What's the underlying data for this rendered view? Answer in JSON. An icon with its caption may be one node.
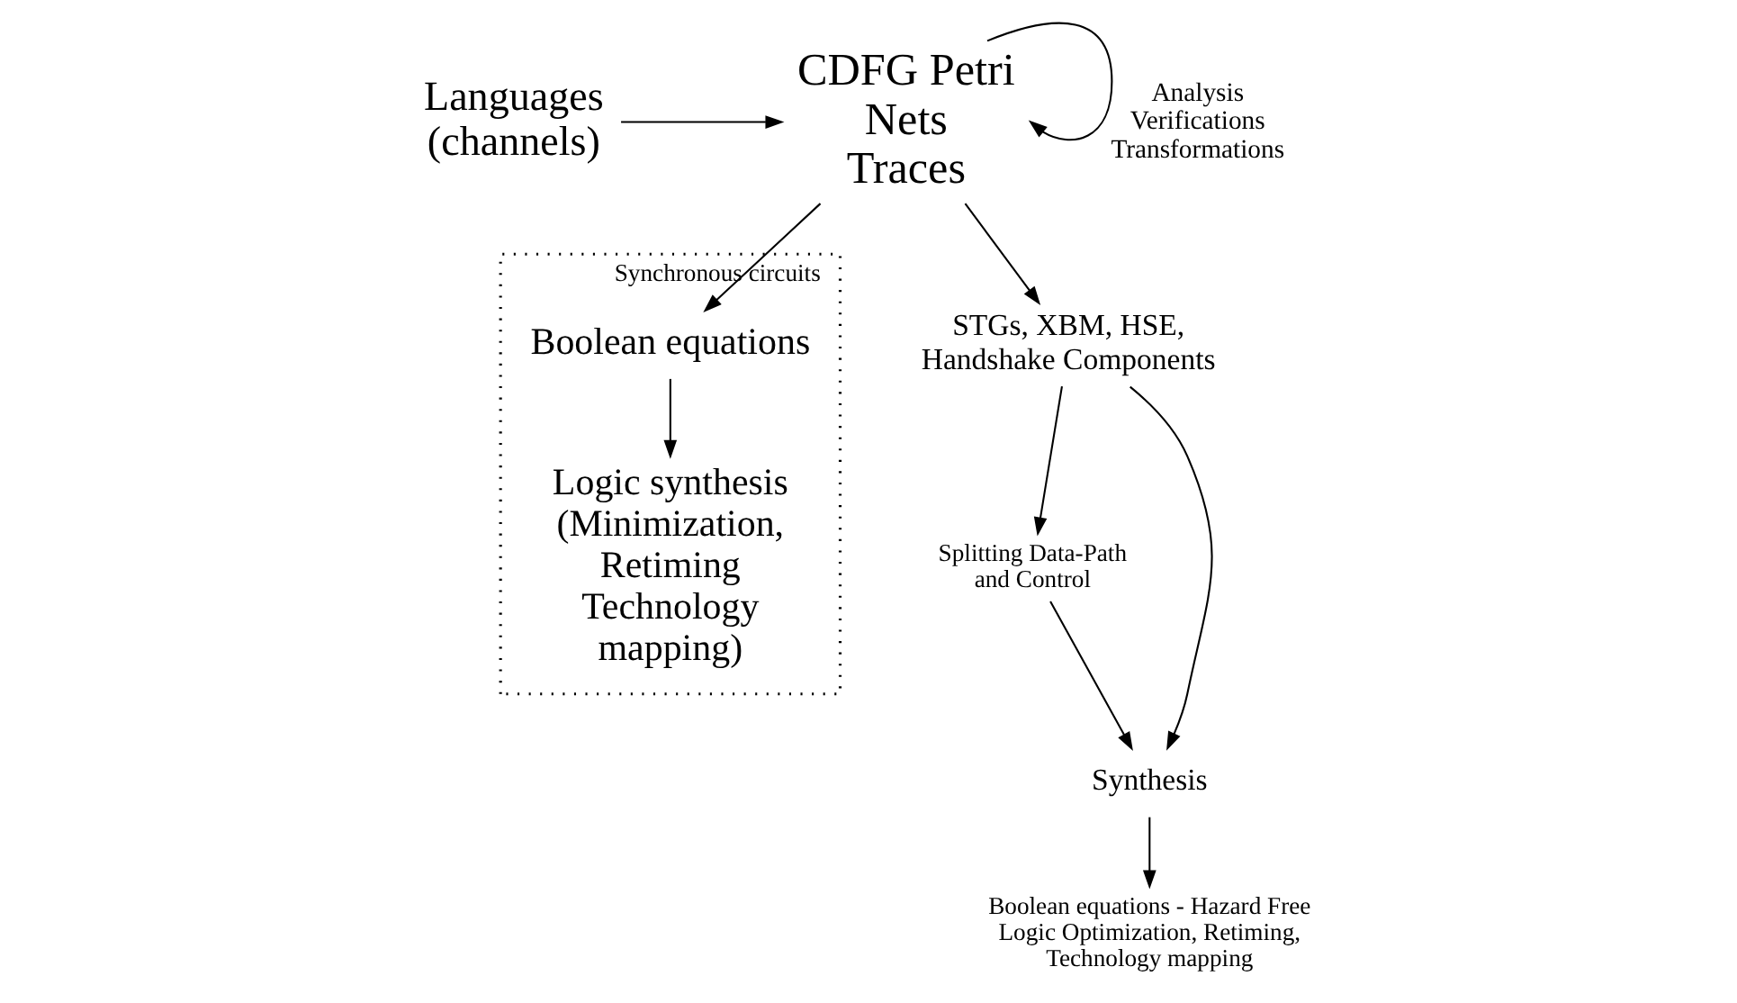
{
  "diagram": {
    "nodes": [
      {
        "text": [
          "Languages (channels)"
        ]
      },
      {
        "text": [
          "CDFG Petri Nets Traces"
        ]
      },
      {
        "text": [
          "STGs, XBM, HSE, Handshake Components"
        ]
      },
      {
        "text": [
          "Splitting Data-Path and Control"
        ]
      },
      {
        "text": [
          "Synthesis"
        ]
      },
      {
        "text": [
          "Boolean equations - Hazard Free Logic Optimization, Retiming, Technology mapping"
        ]
      },
      {
        "text": [
          "Synchronous circuits"
        ]
      },
      {
        "text": [
          "Boolean equations"
        ],
        "in": 6
      },
      {
        "text": [
          "Logic synthesis",
          "(Minimization, Retiming Technology mapping)"
        ],
        "in": 6
      }
    ],
    "edges": [
      {
        "from": 0,
        "to": 1,
        "arrow": "to"
      },
      {
        "from": 1,
        "to": 1,
        "arrow": "to",
        "label": "Analysis Verifications Transformations"
      },
      {
        "from": 1,
        "to": 2,
        "arrow": "to"
      },
      {
        "from": 1,
        "to": 7,
        "arrow": "to"
      },
      {
        "from": 2,
        "to": 3,
        "arrow": "to"
      },
      {
        "from": 2,
        "to": 4,
        "arrow": "to"
      },
      {
        "from": 3,
        "to": 4,
        "arrow": "to"
      },
      {
        "from": 4,
        "to": 5,
        "arrow": "to"
      },
      {
        "from": 7,
        "to": 8,
        "arrow": "to"
      }
    ]
  }
}
